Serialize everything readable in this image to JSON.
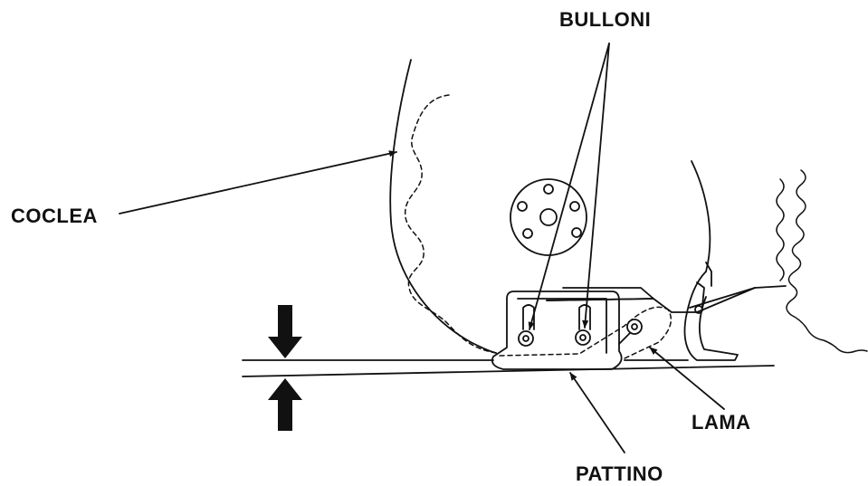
{
  "labels": {
    "bulloni": "BULLONI",
    "coclea": "COCLEA",
    "lama": "LAMA",
    "pattino": "PATTINO"
  },
  "colors": {
    "ink": "#111111",
    "background": "#ffffff"
  }
}
